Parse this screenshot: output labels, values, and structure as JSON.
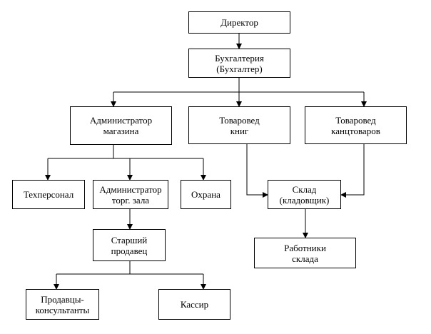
{
  "nodes": {
    "director": "Директор",
    "accounting": "Бухгалтерия\n(Бухгалтер)",
    "store_admin": "Администратор\nмагазина",
    "book_merch": "Товаровед\nкниг",
    "stationery_merch": "Товаровед\nканцтоваров",
    "tech_staff": "Техперсонал",
    "floor_admin": "Администратор\nторг. зала",
    "security": "Охрана",
    "warehouse": "Склад\n(кладовщик)",
    "senior_seller": "Старший\nпродавец",
    "warehouse_workers": "Работники\nсклада",
    "sales_consultants": "Продавцы-\nконсультанты",
    "cashier": "Кассир"
  }
}
